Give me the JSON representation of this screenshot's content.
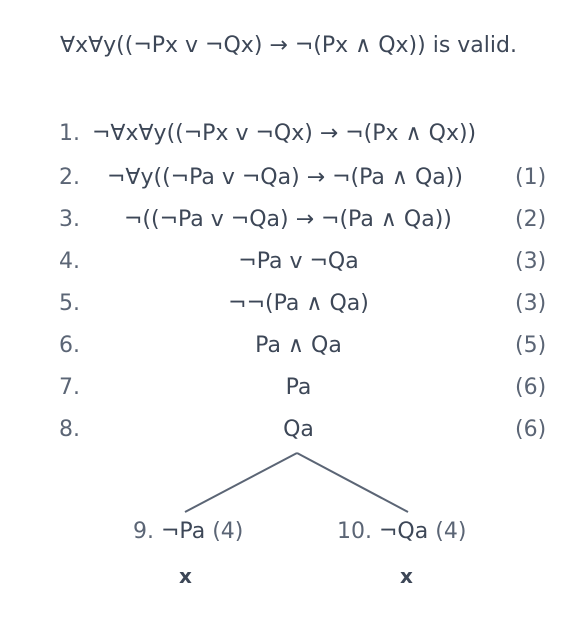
{
  "claim": "∀x∀y((¬Px v ¬Qx) → ¬(Px ∧ Qx)) is valid.",
  "lines": [
    {
      "num": "1.",
      "formula": "¬∀x∀y((¬Px v ¬Qx) → ¬(Px ∧ Qx))",
      "ref": ""
    },
    {
      "num": "2.",
      "formula": "¬∀y((¬Pa v ¬Qa) → ¬(Pa ∧ Qa))",
      "ref": "(1)"
    },
    {
      "num": "3.",
      "formula": "¬((¬Pa v ¬Qa) → ¬(Pa ∧ Qa))",
      "ref": "(2)"
    },
    {
      "num": "4.",
      "formula": "¬Pa v ¬Qa",
      "ref": "(3)"
    },
    {
      "num": "5.",
      "formula": "¬¬(Pa ∧ Qa)",
      "ref": "(3)"
    },
    {
      "num": "6.",
      "formula": "Pa ∧ Qa",
      "ref": "(5)"
    },
    {
      "num": "7.",
      "formula": "Pa",
      "ref": "(6)"
    },
    {
      "num": "8.",
      "formula": "Qa",
      "ref": "(6)"
    }
  ],
  "branches": [
    {
      "num": "9.",
      "formula": "¬Pa",
      "ref": "(4)",
      "closed": "x"
    },
    {
      "num": "10.",
      "formula": "¬Qa",
      "ref": "(4)",
      "closed": "x"
    }
  ],
  "colors": {
    "text": "#3d4757",
    "line_numbers": "#5b6575",
    "branch_lines": "#5b6575"
  }
}
